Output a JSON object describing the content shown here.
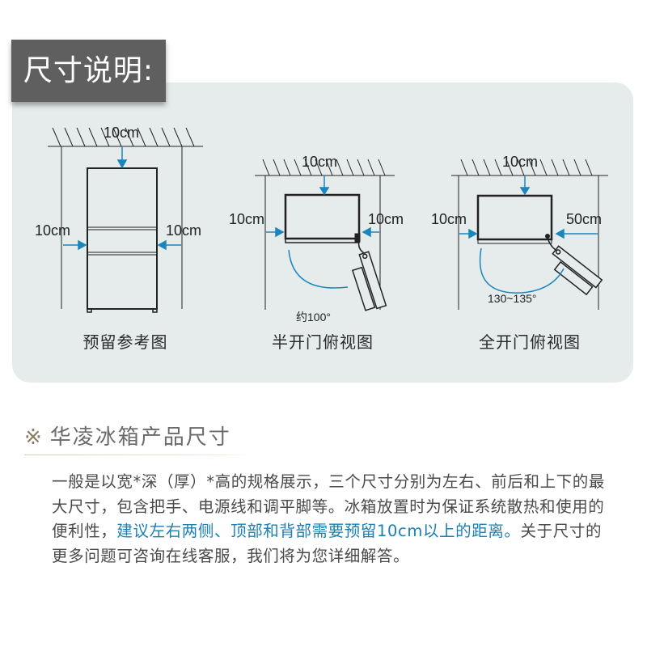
{
  "header": {
    "title": "尺寸说明:"
  },
  "diagrams": [
    {
      "caption": "预留参考图",
      "top_label": "10cm",
      "left_label": "10cm",
      "right_label": "10cm"
    },
    {
      "caption": "半开门俯视图",
      "top_label": "10cm",
      "left_label": "10cm",
      "right_label": "10cm",
      "angle_label": "约100°"
    },
    {
      "caption": "全开门俯视图",
      "top_label": "10cm",
      "left_label": "10cm",
      "right_label": "50cm",
      "angle_label": "130~135°"
    }
  ],
  "section": {
    "mark": "※",
    "title": "华凌冰箱产品尺寸"
  },
  "body": {
    "part1": "一般是以宽*深（厚）*高的规格展示，三个尺寸分别为左右、前后和上下的最大尺寸，包含把手、电源线和调平脚等。冰箱放置时为保证系统散热和使用的便利性，",
    "highlight": "建议左右两侧、顶部和背部需要预留10cm以上的距离。",
    "part2": "关于尺寸的更多问题可咨询在线客服，我们将为您详细解答。"
  },
  "colors": {
    "arrow": "#1a86bb",
    "highlight_text": "#1a7fb5",
    "panel_bg": "#e6ebec",
    "badge_bg": "#5f5f5f"
  }
}
